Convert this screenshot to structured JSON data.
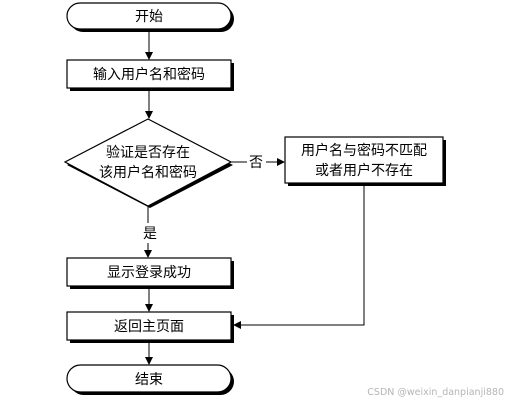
{
  "nodes": {
    "start": "开始",
    "input": "输入用户名和密码",
    "decision": [
      "验证是否存在",
      "该用户名和密码"
    ],
    "mismatch": [
      "用户名与密码不匹配",
      "或者用户不存在"
    ],
    "success": "显示登录成功",
    "return": "返回主页面",
    "end": "结束"
  },
  "edges": {
    "no_label": "否",
    "yes_label": "是"
  },
  "watermark": "CSDN @weixin_danpianji880",
  "colors": {
    "stroke": "#000000",
    "fill": "#ffffff",
    "watermark": "#b5b5b5"
  }
}
